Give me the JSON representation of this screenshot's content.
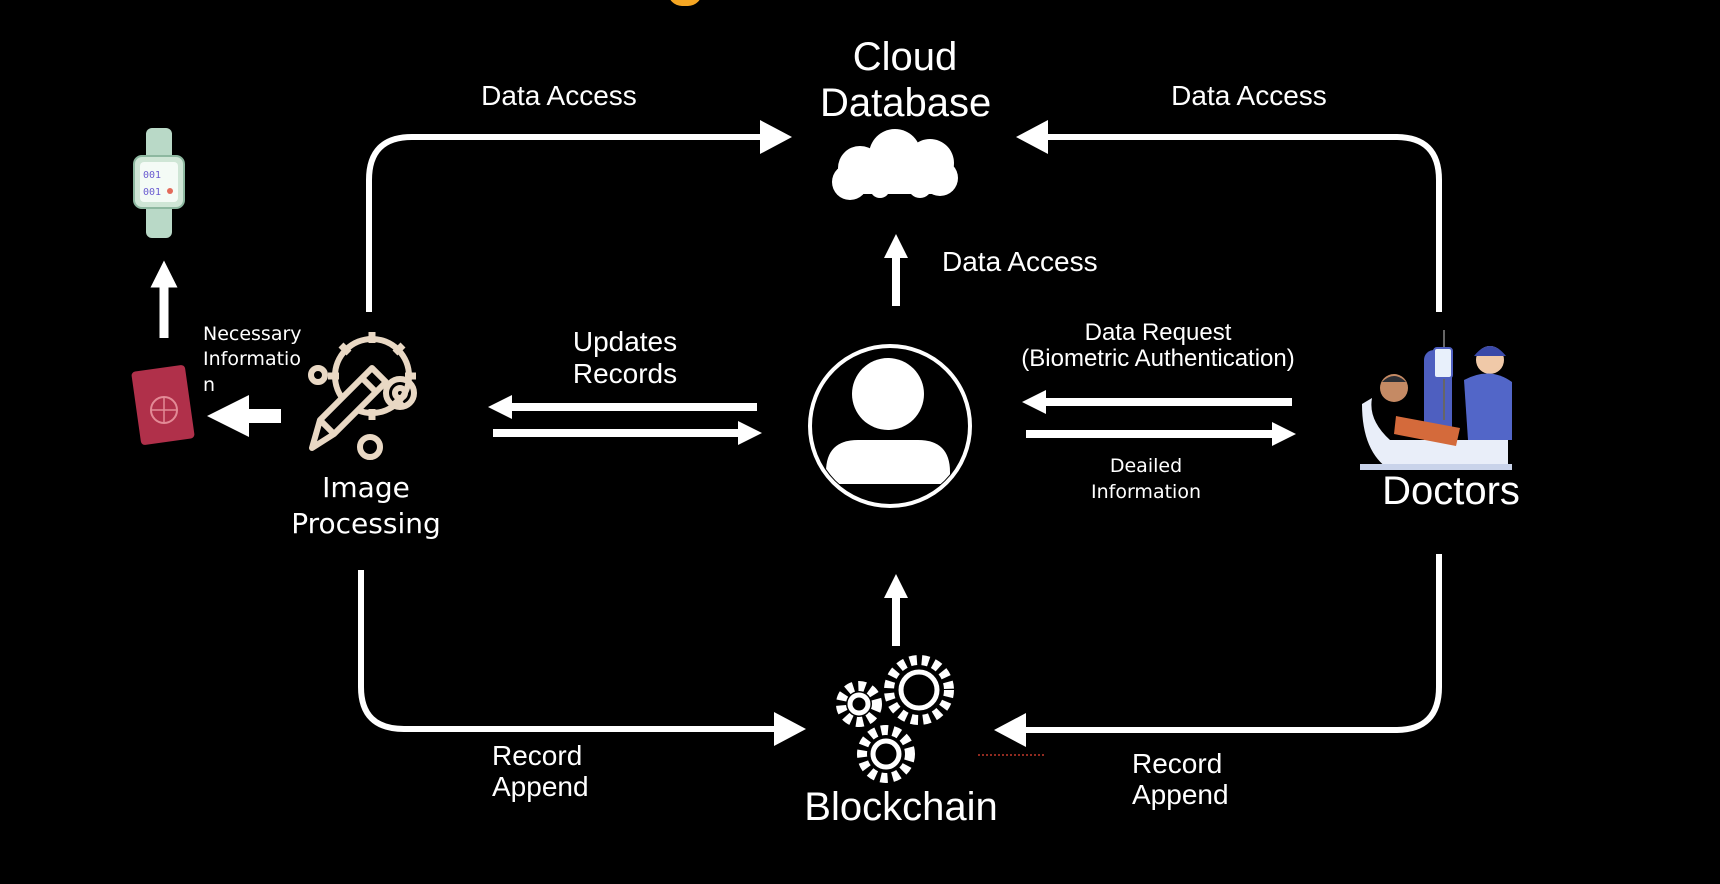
{
  "labels": {
    "cloud_title": "Cloud\nDatabase",
    "data_access_left": "Data Access",
    "data_access_right": "Data Access",
    "data_access_center": "Data Access",
    "updates_records": "Updates\nRecords",
    "data_request": "Data Request\n(Biometric Authentication)",
    "dealled_info": "Deailed\nInformation",
    "necessary_info": "Necessary\nInformatio\nn",
    "image_processing": "Image\nProcessing",
    "doctors": "Doctors",
    "blockchain": "Blockchain",
    "record_append_left": "Record\nAppend",
    "record_append_right": "Record\nAppend"
  },
  "icons": {
    "cloud": "cloud-icon",
    "user": "user-avatar-icon",
    "gears_pencil": "gears-pencil-icon",
    "blockchain_gears": "gears-icon",
    "doctors": "doctor-patient-illustration",
    "watch": "smartwatch-icon",
    "passport": "passport-icon"
  },
  "colors": {
    "background": "#000000",
    "foreground": "#ffffff",
    "gear_beige": "#e9d8c4",
    "accent_orange": "#f5a623"
  }
}
